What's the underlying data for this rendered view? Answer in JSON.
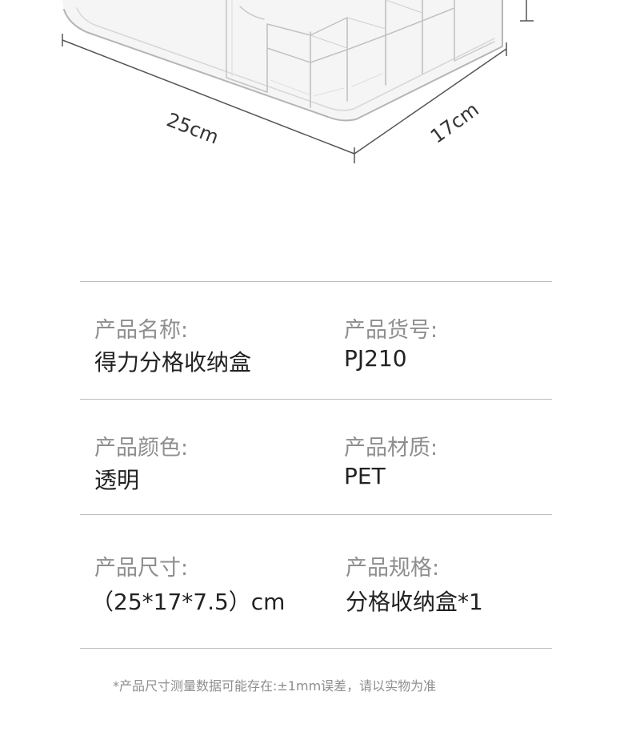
{
  "dimensions": {
    "length": "25cm",
    "width": "17cm"
  },
  "specs": [
    {
      "left": {
        "label": "产品名称:",
        "value": "得力分格收纳盒"
      },
      "right": {
        "label": "产品货号:",
        "value": "PJ210"
      }
    },
    {
      "left": {
        "label": "产品颜色:",
        "value": "透明"
      },
      "right": {
        "label": "产品材质:",
        "value": "PET"
      }
    },
    {
      "left": {
        "label": "产品尺寸:",
        "value": "（25*17*7.5）cm"
      },
      "right": {
        "label": "产品规格:",
        "value": "分格收纳盒*1"
      }
    }
  ],
  "footnote": "*产品尺寸测量数据可能存在:±1mm误差，请以实物为准"
}
